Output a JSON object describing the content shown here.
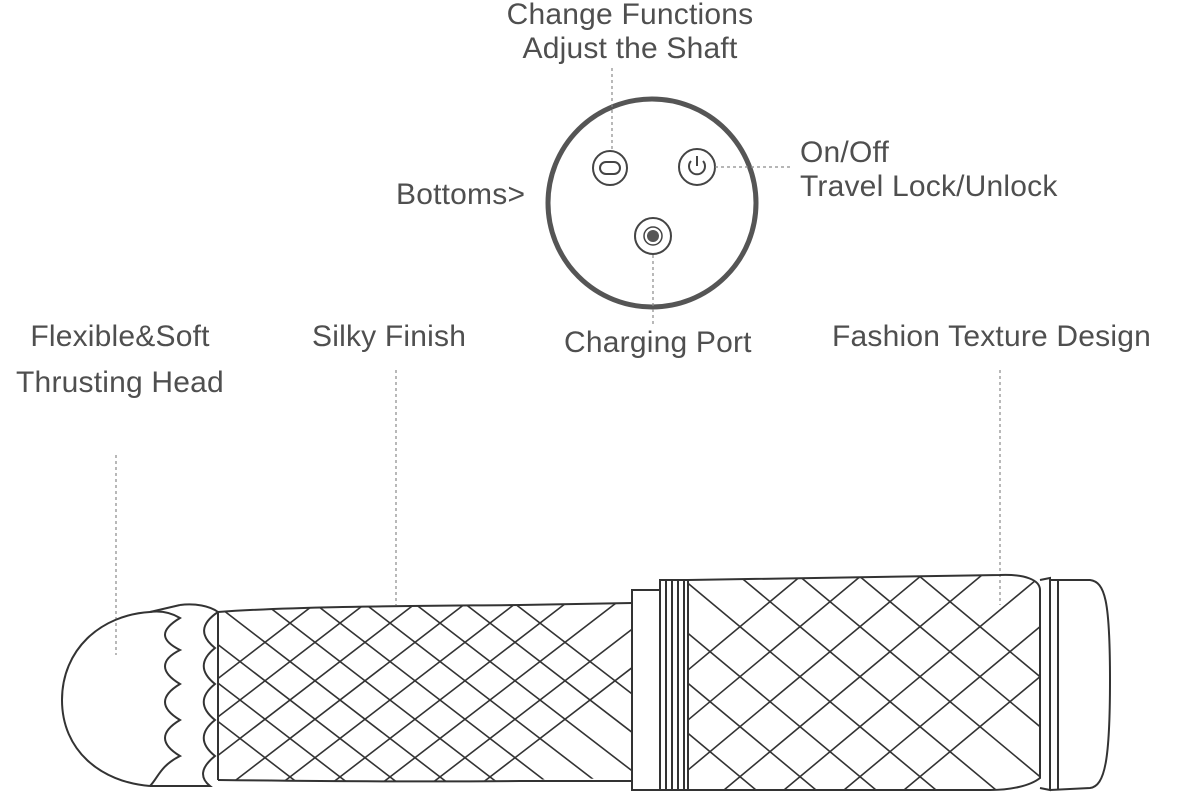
{
  "labels": {
    "change_functions": "Change Functions",
    "adjust_shaft": "Adjust the Shaft",
    "bottoms": "Bottoms>",
    "on_off": "On/Off",
    "travel_lock": "Travel Lock/Unlock",
    "charging_port": "Charging Port",
    "flexible_soft": "Flexible&Soft",
    "thrusting_head": "Thrusting Head",
    "silky_finish": "Silky Finish",
    "fashion_texture": "Fashion Texture Design"
  },
  "colors": {
    "outline": "#333333",
    "leader": "#8a8a8a",
    "text": "#4f4f4f",
    "port_dot": "#555555"
  },
  "icons": [
    "mode-button-icon",
    "power-button-icon",
    "charging-port-icon"
  ]
}
